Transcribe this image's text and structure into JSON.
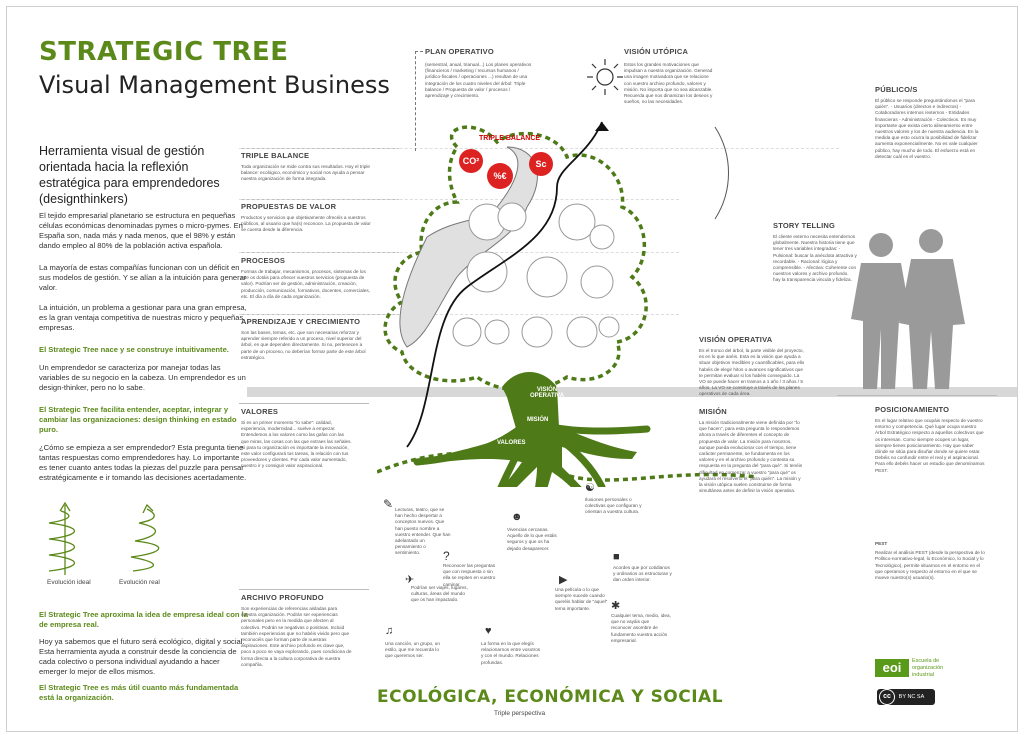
{
  "header": {
    "title": "STRATEGIC TREE",
    "subtitle": "Visual Management Business"
  },
  "left": {
    "intro": "Herramienta visual de gestión orientada hacia la reflexión estratégica para emprendedores (designthinkers)",
    "p1": "El tejido empresarial planetario se estructura en pequeñas células económicas denominadas pymes o micro-pymes. En España son, nada más y nada menos, que el 98% y están dando empleo al 80% de la población activa española.",
    "p2": "La mayoría de estas compañías funcionan con un déficit en sus modelos de gestión. Y se alían a la intuición para generar valor.",
    "p3": "La intuición, un problema a gestionar para una gran empresa, es la gran ventaja competitiva de nuestras micro y pequeñas empresas.",
    "g1": "El Strategic Tree nace y se construye intuitivamente.",
    "p4": "Un emprendedor se caracteriza por manejar todas las variables de su negocio en la cabeza. Un emprendedor es un design-thinker, pero no lo sabe.",
    "g2": "El Strategic Tree facilita entender, aceptar, integrar y cambiar las organizaciones: design thinking en estado puro.",
    "p5": "¿Cómo se empieza a ser emprendedor? Esta pregunta tiene tantas respuestas como emprendedores hay. Lo importante es tener cuanto antes todas la piezas del puzzle para pensar estratégicamente e ir tomando las decisiones acertadamente.",
    "evo_ideal": "Evolución ideal",
    "evo_real": "Evolución real",
    "g3": "El Strategic Tree aproxima la idea de empresa ideal con la de empresa real.",
    "p6": "Hoy ya sabemos que el futuro será ecológico, digital y social. Esta herramienta ayuda a construir desde la conciencia de cada colectivo o persona individual ayudando a hacer emerger lo mejor de ellos mismos.",
    "g4": "El Strategic Tree es más útil cuanto más fundamentada está la organización."
  },
  "center": {
    "plan_operativo": {
      "title": "PLAN OPERATIVO",
      "text": "(semestral, anual, trianual...) Los planes operativos (financieros / marketing / recursos humanos / jurídico-fiscales / operaciones ...) resultan de una integración de los cuatro niveles del árbol: Triple balance / Propuesta de valor / procesos / aprendizaje y crecimiento."
    },
    "vision_utopica": {
      "title": "VISIÓN UTÓPICA",
      "text": "Estos los grandes motivaciones que impulsan a nuestra organización. Generad una imagen motivadora que se relacione con vuestro archivo profundo, valores y misión. No importa que no sea alcanzable. Recuerda que nos dinamizan los deseos y sueños, no las necesidades."
    },
    "triple_balance_label": "TRIPLE BALANCE",
    "co2": "CO²",
    "pct": "%€",
    "sc": "Sc",
    "triple_balance": {
      "title": "TRIPLE BALANCE",
      "text": "Toda organización se mide contra sus resultados. Hoy el triple balance: ecológico, económico y social nos ayuda a pensar nuestra organización de forma integrada."
    },
    "propuestas": {
      "title": "PROPUESTAS DE VALOR",
      "text": "Productos y servicios que objetivamente ofrecéis a vuestros públicos, al usuario que ha(s) reconoce. La propuesta de valor se cuenta desde la diferencia."
    },
    "procesos": {
      "title": "PROCESOS",
      "text": "Formas de trabajar, mecanismos, procesos, sistemas de los que os dotáis para ofrecer vuestros servicios (propuesta de valor). Podrían ser de gestión, administración, creación, producción, comunicación, formativos, docentes, comerciales, etc. El día a día de cada organización."
    },
    "aprendizaje": {
      "title": "APRENDIZAJE Y CRECIMIENTO",
      "text": "Son las bases, temas, etc. que son necesarias reforzar y aprender siempre referido a un proceso, nivel superior del árbol, en que dependen directamente. Si no, pertenecen a parte de un proceso, no deberían formar parte de este árbol estratégico."
    },
    "tree_vision": "VISIÓN OPERATIVA",
    "tree_mision": "MISIÓN",
    "tree_valores": "VALORES",
    "valores": {
      "title": "VALORES",
      "text": "Si es un primer momento \"lo sabe\": calidad, experiencia, modernidad... suelve a empezar. Entendemos a los valores como las gafas con las que miras, las cosas con las que extraes las señales. Si para tu organización es importante la innovación, este valor configurará tus tareas, la relación con tus proveedores y clientes. Por cada valor aumentado, nuestro ir y consiguir valor aspiracional."
    },
    "archivo": {
      "title": "ARCHIVO PROFUNDO",
      "text": "Son experiencias de referencias aisladas para nuestra organización. Podrán ser experiencias personales pero en la medida que afecten al colectivo. Podrán se negativas o positivas. Incluid también experiencias que no habéis vivido pero que reconocéis que forman parte de nuestras aspiraciones. Este archivo profundo es clave que, poco a poco se vaya explorando, pues condiciona de forma directa a la cultura corporativa de vuestra compañía."
    },
    "icons": {
      "i1": "Lecturas, teatro, que se han hecho despertar a conceptos nuevos. Que han puesto nombre a vuestro entender. Que han adelantado un pensamiento o sentimiento.",
      "i2": "Reconocer las preguntas que con respuesta o sin ella se repiten en vuestro caminar.",
      "i3": "Vivencias cercanas. Aquello de lo que estáis seguros y que os ha dejado desaparecer.",
      "i4": "Una película o lo que siempre sucede cuando queréis hablar de \"aquel\" tema importante.",
      "i5": "Ilusiones personales o colectivas que configuran y orientan a vuestra cultura.",
      "i6": "Acordes que por cotidianos y ordinarios os estructuran y dan orden interior.",
      "i7": "Podrían ser viajes, lugares, culturas, áreas del mundo que os han impactado.",
      "i8": "Una canción, un grupo, un estilo, que me recuerda lo que queremos ser.",
      "i9": "La forma en la que elegís relacionarnos entre vosotros y con el mundo. Relaciones profundas.",
      "i10": "Cualquier tema, medio, idea, que no vayáis que reconocer asombre de fundamento vuestra acción empresarial."
    },
    "bottom_title": "ECOLÓGICA, ECONÓMICA Y SOCIAL",
    "bottom_sub": "Triple perspectiva"
  },
  "right": {
    "story": {
      "title": "STORY TELLING",
      "text": "El cliente externo necesita entendernos globalmente. Nuestra historia tiene que tener tres variables integradas: - Pulsional: buscar la anécdota atractiva y recordable. - Racional: lógica y comprensible. - Afectiva: Coherente con nuestros valores y archivo profundo. hay la transparencia vincula y fideliza."
    },
    "vision_operativa": {
      "title": "VISIÓN OPERATIVA",
      "text": "Es el tronco del árbol, la parte visible del proyecto, es en lo que anéis. Esta es la visión que ayuda a situar objetivos medibles y cuantificables, para ello habéis de elegir hitos o avances significativos que te permitan evaluar si los habéis conseguido. La VO se puede hacer en tramos a 1 año / 3 años / 5 años. La VO se construye a través de los planes operativos de cada área."
    },
    "mision": {
      "title": "MISIÓN",
      "text": "La misión tradicionalmente viene definida por \"lo que hacen\", para esta pregunta lo respondemos ahora a través de diferentes el concepto de propuesta de valor. La misión para nosotros, aunque pueda evolucionar con el tiempo, tiene carácter permanente, se fundamenta en los valores y en el archivo profundo y contesta su respuesta en la pregunta del \"para qué\". Si tenéis dificultad en comenzar a vuestro \"para qué\" os ayudará el resolverlo el \"para quién\". La misión y la visión utópica suelen construirse de forma simultánea antes de definir la visión operativa."
    },
    "publico": {
      "title": "PÚBLICO/S",
      "text": "El público se responde preguntándonos el \"para quién\". - Usuarios (directos e indirectos) - Colaboradores internos /externos - Entidades financieras - Administración - Colectivos. Es muy importante que exista cierto alineamiento entre nuestros valores y los de nuestra audiencia. En la medida que esto ocurra la posibilidad de fidelizar aumenta exponencialmente. No es vale cualquier público, hay mucho de todo. El esfuerzo está en detectar cuál es el vuestro."
    },
    "posicionamiento": {
      "title": "POSICIONAMIENTO",
      "text": "Es el lugar relativo que ocupáis respecto de vuestro entorno y competencia. Qué lugar ocupa vuestro Árbol Estratégico respecto a aquellos colectivos que os interesan. Como siempre ocupes un lugar, siempre tienes posicionamiento. Hay que saber dónde se sitúa para disuñar donde se quiere estar. Debéis no confundir entre el real y el aspiracional. Para ello debéis hacer un estudio que denominamos PEST."
    },
    "pest": {
      "title": "PEST",
      "text": "Realizar el análisis PEST (desde la perspectiva de lo Político-normativo-legal, lo Económico, lo Social y lo Tecnológico), permite situarnos en el entorno en el que operamos y respecto al entorno en el que se mueve nuestro(s) usuario(s)."
    },
    "eoi_logo": "eoi",
    "eoi_text": "Escuela de organización industrial",
    "cc_labels": "BY  NC  SA"
  }
}
